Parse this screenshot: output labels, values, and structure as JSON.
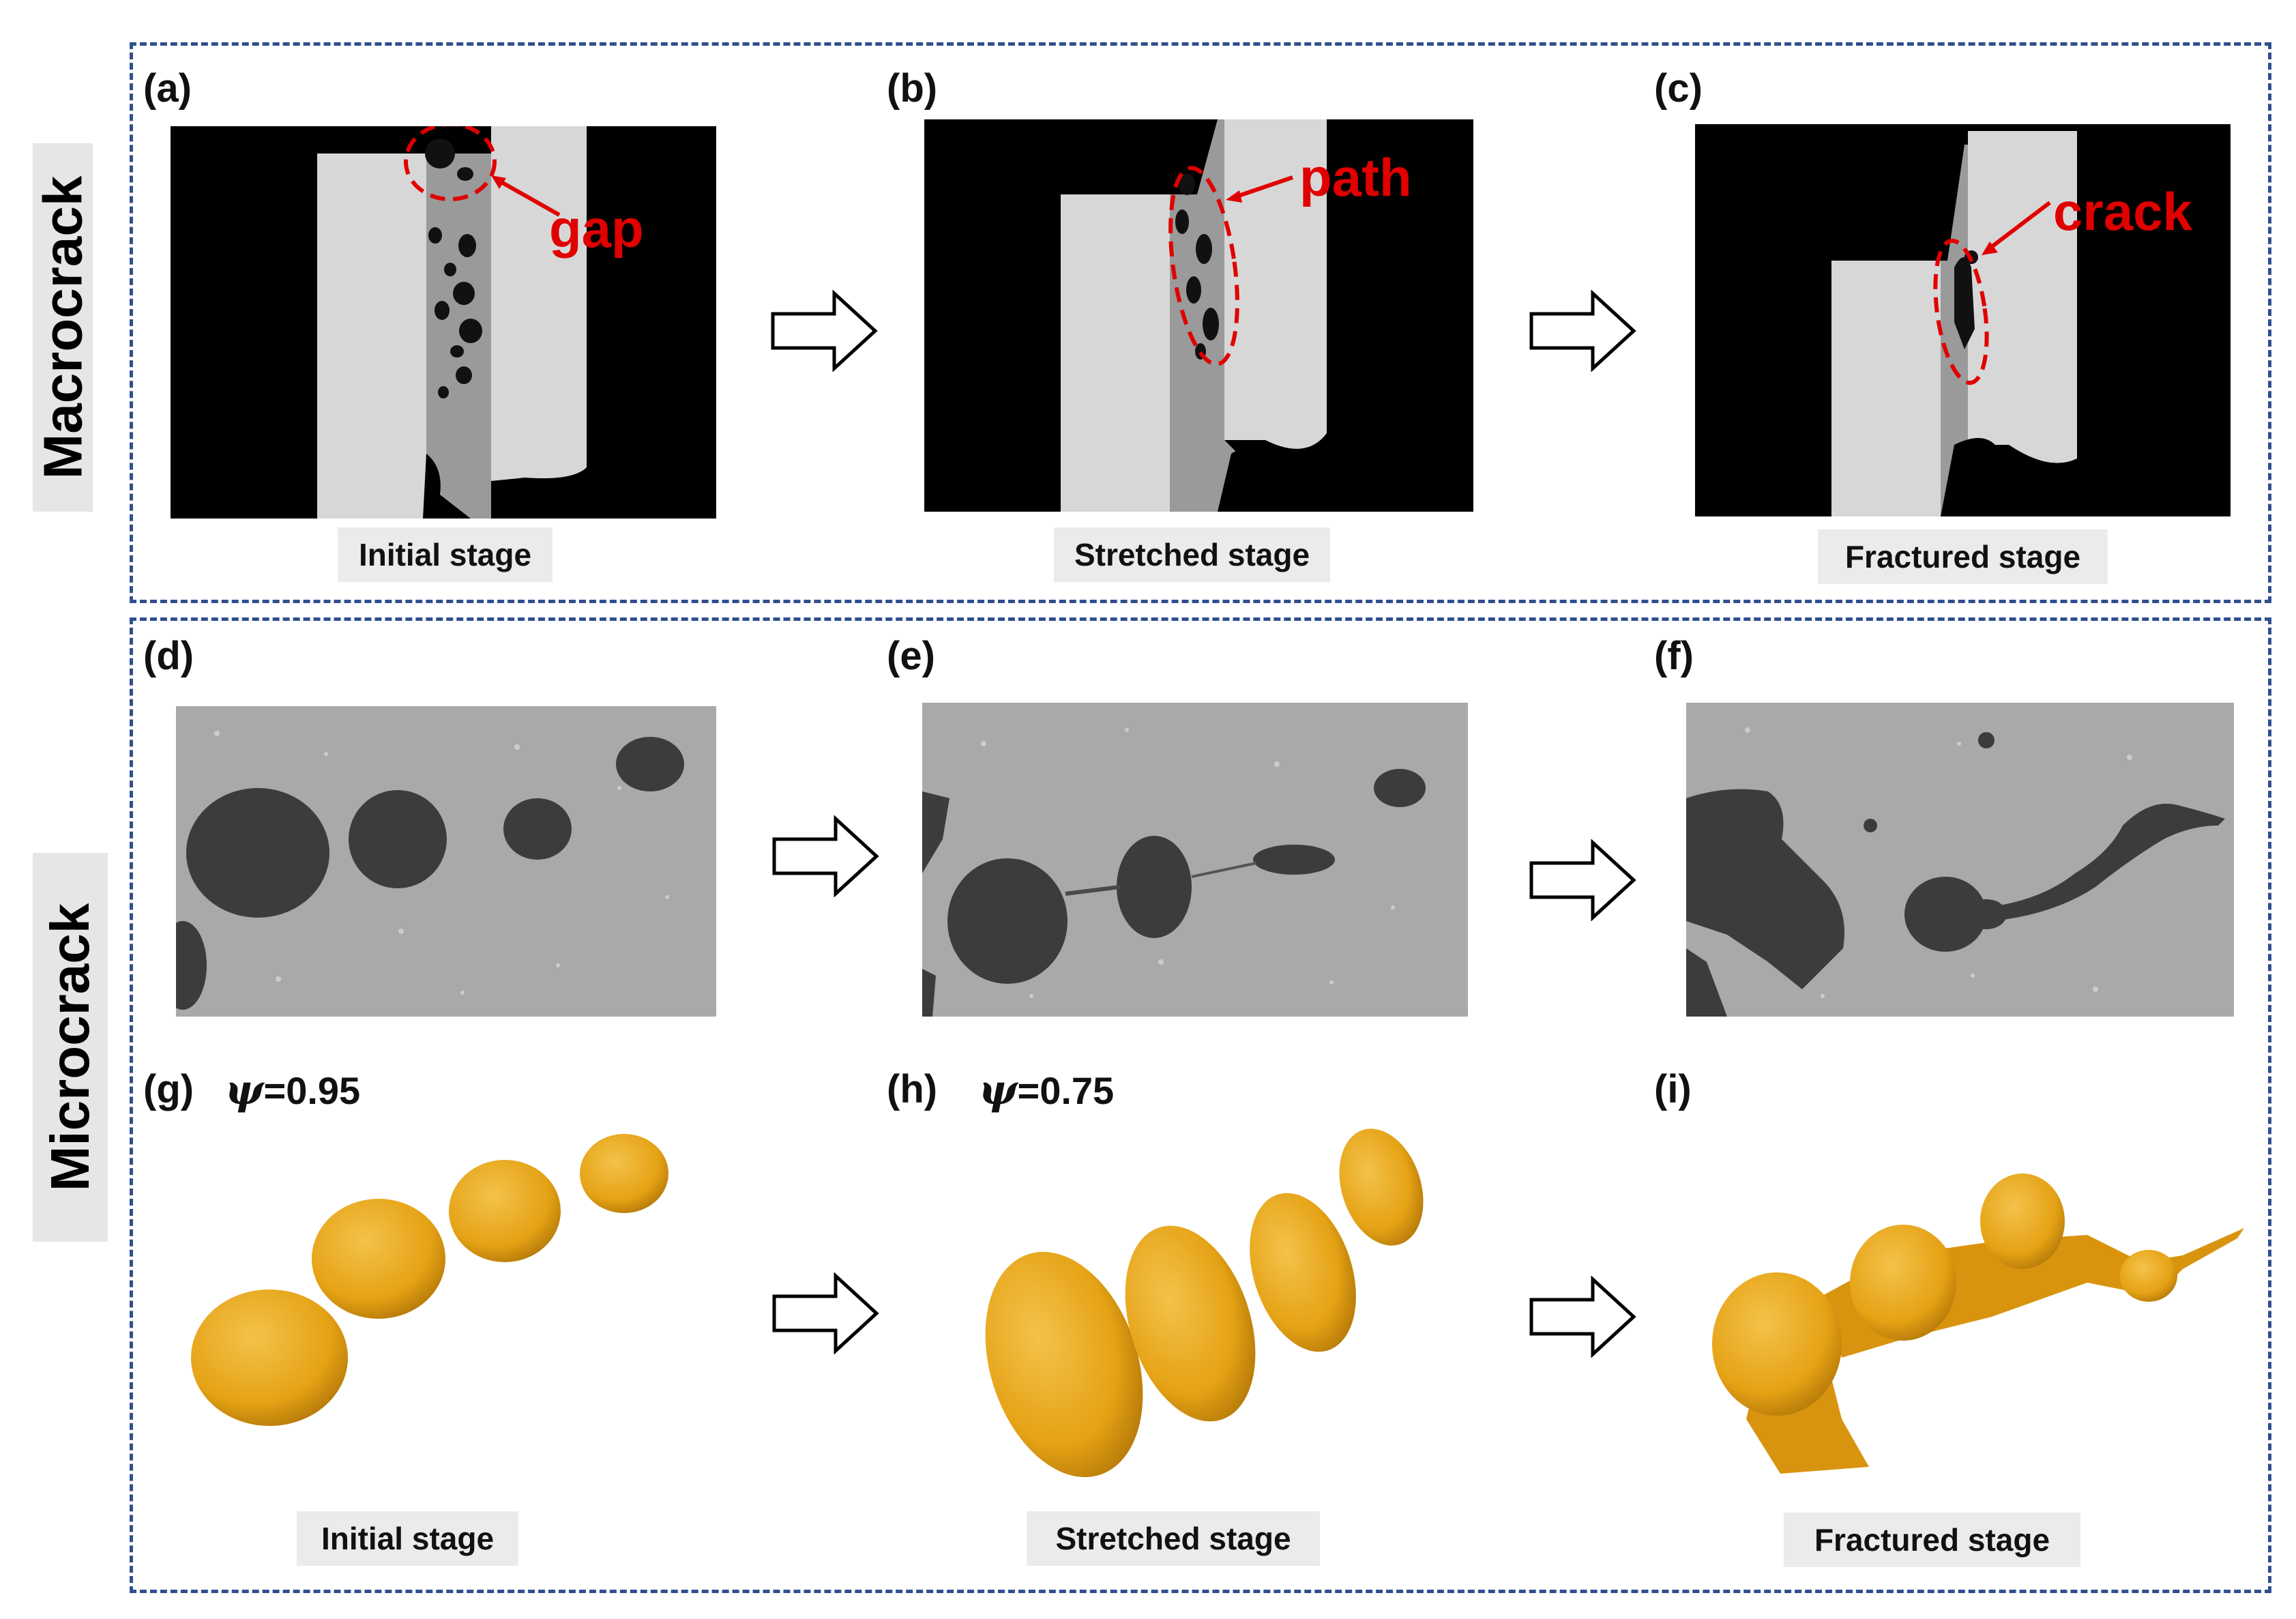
{
  "rows": {
    "macro_label": "Macrocrack",
    "micro_label": "Microcrack"
  },
  "panels": {
    "a": "(a)",
    "b": "(b)",
    "c": "(c)",
    "d": "(d)",
    "e": "(e)",
    "f": "(f)",
    "g": "(g)",
    "h": "(h)",
    "i": "(i)"
  },
  "psi": {
    "g_symbol": "ψ",
    "g_value": "=0.95",
    "h_symbol": "ψ",
    "h_value": "=0.75"
  },
  "annotations": {
    "gap": "gap",
    "path": "path",
    "crack": "crack"
  },
  "stages": {
    "top_initial": "Initial stage",
    "top_stretched": "Stretched stage",
    "top_fractured": "Fractured stage",
    "bottom_initial": "Initial stage",
    "bottom_stretched": "Stretched stage",
    "bottom_fractured": "Fractured stage"
  },
  "colors": {
    "frame": "#2f4f8f",
    "annotation": "#e00000",
    "pore_render": "#e8a317",
    "ct_background": "#000000",
    "ct_grey": "#a9a9a9"
  },
  "icons": [
    "right-arrow-icon"
  ]
}
